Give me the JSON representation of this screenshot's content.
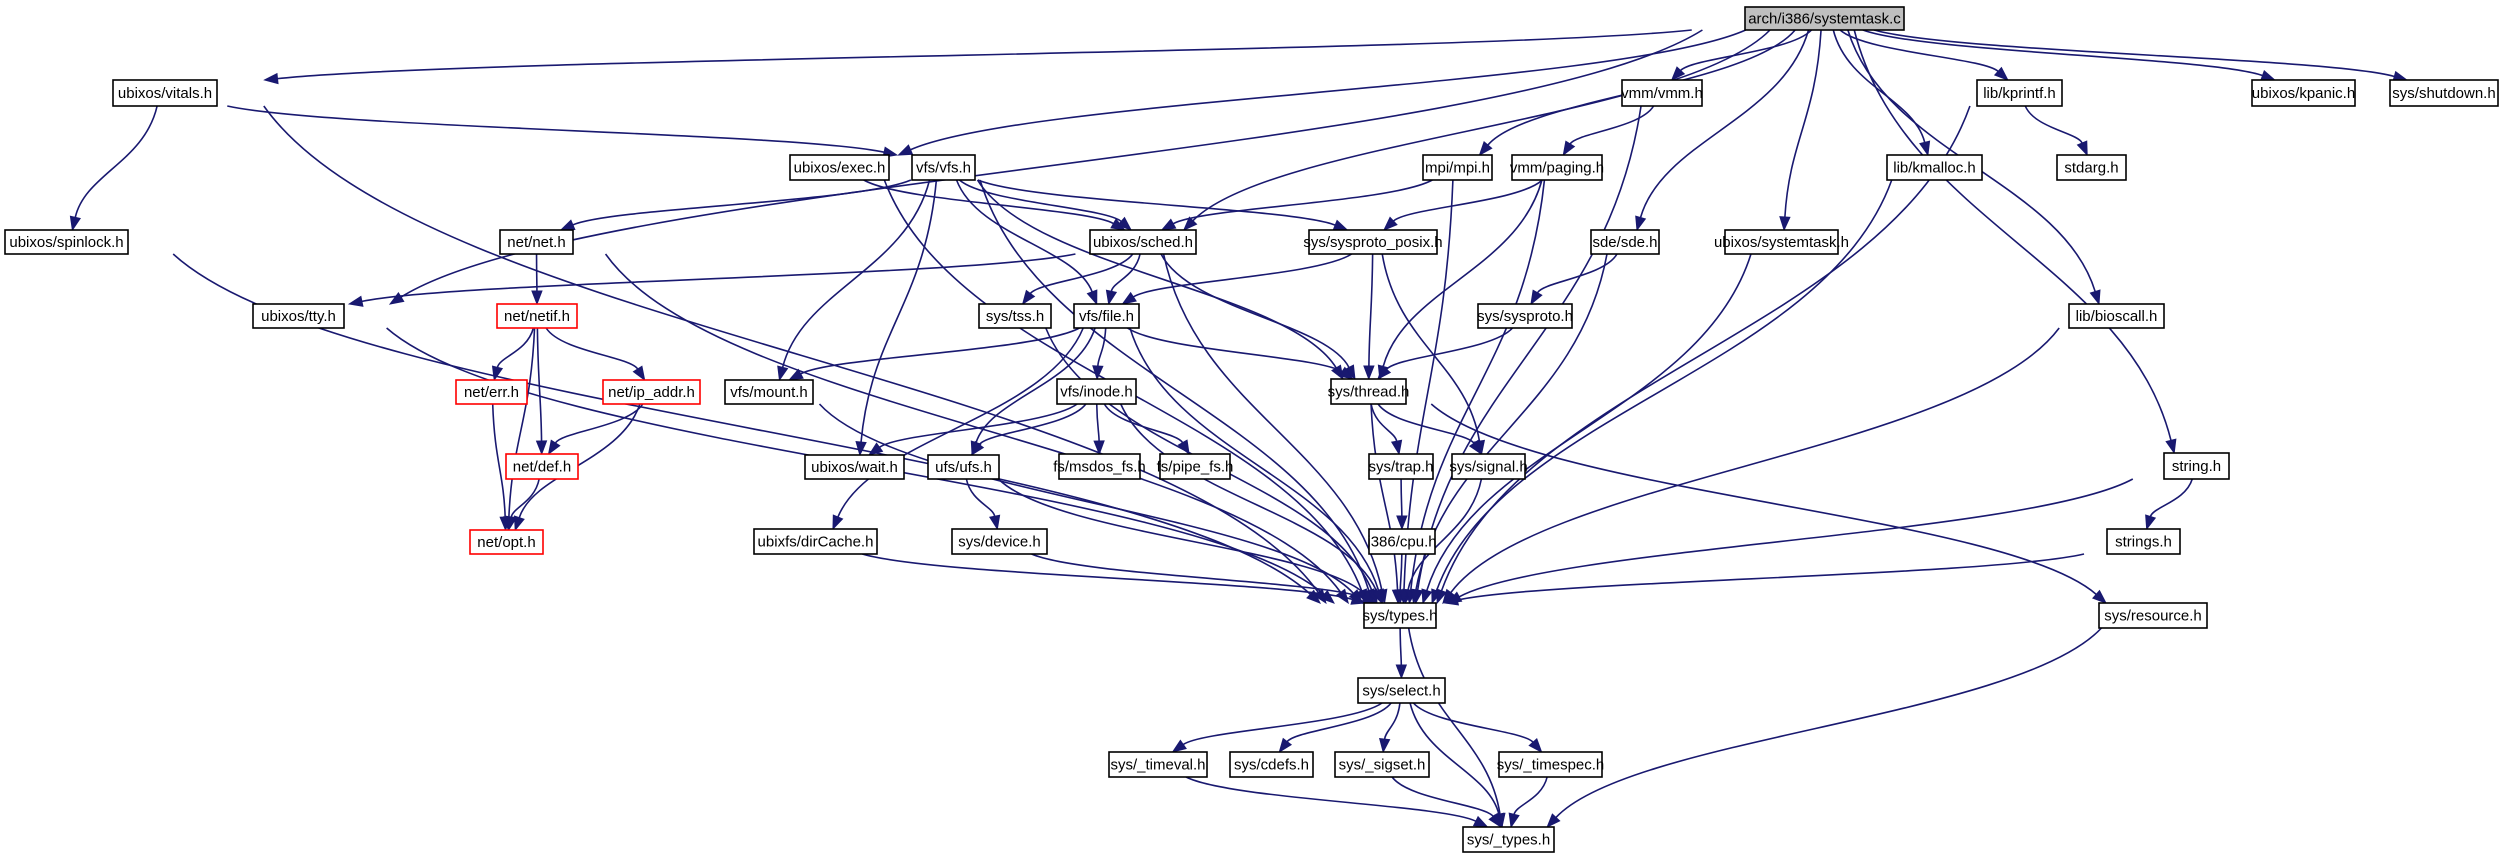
{
  "graph": {
    "title": "arch/i386/systemtask.c",
    "type": "include-dependency-graph",
    "colors": {
      "edge": "#191970",
      "node_border": "#000000",
      "root_fill": "#bfbfbf",
      "missing_border": "#ff0000"
    },
    "nodes": [
      {
        "id": "root",
        "label": "arch/i386/systemtask.c",
        "kind": "root"
      },
      {
        "id": "vitals",
        "label": "ubixos/vitals.h"
      },
      {
        "id": "spinlock",
        "label": "ubixos/spinlock.h"
      },
      {
        "id": "tty",
        "label": "ubixos/tty.h"
      },
      {
        "id": "exec",
        "label": "ubixos/exec.h"
      },
      {
        "id": "vfs",
        "label": "vfs/vfs.h"
      },
      {
        "id": "net",
        "label": "net/net.h"
      },
      {
        "id": "netif",
        "label": "net/netif.h",
        "kind": "missing"
      },
      {
        "id": "err",
        "label": "net/err.h",
        "kind": "missing"
      },
      {
        "id": "ipaddr",
        "label": "net/ip_addr.h",
        "kind": "missing"
      },
      {
        "id": "def",
        "label": "net/def.h",
        "kind": "missing"
      },
      {
        "id": "opt",
        "label": "net/opt.h",
        "kind": "missing"
      },
      {
        "id": "mount",
        "label": "vfs/mount.h"
      },
      {
        "id": "sched",
        "label": "ubixos/sched.h"
      },
      {
        "id": "tss",
        "label": "sys/tss.h"
      },
      {
        "id": "file",
        "label": "vfs/file.h"
      },
      {
        "id": "inode",
        "label": "vfs/inode.h"
      },
      {
        "id": "wait",
        "label": "ubixos/wait.h"
      },
      {
        "id": "ufs",
        "label": "ufs/ufs.h"
      },
      {
        "id": "dircache",
        "label": "ubixfs/dirCache.h"
      },
      {
        "id": "device",
        "label": "sys/device.h"
      },
      {
        "id": "msdos",
        "label": "fs/msdos_fs.h"
      },
      {
        "id": "pipefs",
        "label": "fs/pipe_fs.h"
      },
      {
        "id": "thread",
        "label": "sys/thread.h"
      },
      {
        "id": "trap",
        "label": "sys/trap.h"
      },
      {
        "id": "signal",
        "label": "sys/signal.h"
      },
      {
        "id": "cpu",
        "label": "i386/cpu.h"
      },
      {
        "id": "types",
        "label": "sys/types.h"
      },
      {
        "id": "mpi",
        "label": "mpi/mpi.h"
      },
      {
        "id": "paging",
        "label": "vmm/paging.h"
      },
      {
        "id": "vmm",
        "label": "vmm/vmm.h"
      },
      {
        "id": "sysposix",
        "label": "sys/sysproto_posix.h"
      },
      {
        "id": "sysproto",
        "label": "sys/sysproto.h"
      },
      {
        "id": "sde",
        "label": "sde/sde.h"
      },
      {
        "id": "systemtask",
        "label": "ubixos/systemtask.h"
      },
      {
        "id": "kmalloc",
        "label": "lib/kmalloc.h"
      },
      {
        "id": "kprintf",
        "label": "lib/kprintf.h"
      },
      {
        "id": "stdarg",
        "label": "stdarg.h"
      },
      {
        "id": "bioscall",
        "label": "lib/bioscall.h"
      },
      {
        "id": "kpanic",
        "label": "ubixos/kpanic.h"
      },
      {
        "id": "shutdown",
        "label": "sys/shutdown.h"
      },
      {
        "id": "string",
        "label": "string.h"
      },
      {
        "id": "strings",
        "label": "strings.h"
      },
      {
        "id": "resource",
        "label": "sys/resource.h"
      },
      {
        "id": "select",
        "label": "sys/select.h"
      },
      {
        "id": "timeval",
        "label": "sys/_timeval.h"
      },
      {
        "id": "cdefs",
        "label": "sys/cdefs.h"
      },
      {
        "id": "sigset",
        "label": "sys/_sigset.h"
      },
      {
        "id": "timespec",
        "label": "sys/_timespec.h"
      },
      {
        "id": "_types",
        "label": "sys/_types.h"
      }
    ],
    "edges": [
      [
        "root",
        "vitals"
      ],
      [
        "root",
        "tty"
      ],
      [
        "root",
        "exec"
      ],
      [
        "root",
        "sched"
      ],
      [
        "root",
        "mpi"
      ],
      [
        "root",
        "vmm"
      ],
      [
        "root",
        "sde"
      ],
      [
        "root",
        "systemtask"
      ],
      [
        "root",
        "kmalloc"
      ],
      [
        "root",
        "kprintf"
      ],
      [
        "root",
        "bioscall"
      ],
      [
        "root",
        "string"
      ],
      [
        "root",
        "kpanic"
      ],
      [
        "root",
        "shutdown"
      ],
      [
        "vitals",
        "spinlock"
      ],
      [
        "vitals",
        "vfs"
      ],
      [
        "vitals",
        "types"
      ],
      [
        "spinlock",
        "types"
      ],
      [
        "tty",
        "types"
      ],
      [
        "exec",
        "sched"
      ],
      [
        "exec",
        "types"
      ],
      [
        "vfs",
        "net"
      ],
      [
        "vfs",
        "sched"
      ],
      [
        "vfs",
        "sysposix"
      ],
      [
        "vfs",
        "file"
      ],
      [
        "vfs",
        "mount"
      ],
      [
        "vfs",
        "wait"
      ],
      [
        "vfs",
        "thread"
      ],
      [
        "vfs",
        "types"
      ],
      [
        "net",
        "netif"
      ],
      [
        "net",
        "types"
      ],
      [
        "netif",
        "err"
      ],
      [
        "netif",
        "ipaddr"
      ],
      [
        "netif",
        "def"
      ],
      [
        "netif",
        "opt"
      ],
      [
        "err",
        "opt"
      ],
      [
        "ipaddr",
        "def"
      ],
      [
        "ipaddr",
        "opt"
      ],
      [
        "def",
        "opt"
      ],
      [
        "mount",
        "types"
      ],
      [
        "sched",
        "tty"
      ],
      [
        "sched",
        "tss"
      ],
      [
        "sched",
        "file"
      ],
      [
        "sched",
        "thread"
      ],
      [
        "sched",
        "types"
      ],
      [
        "tss",
        "types"
      ],
      [
        "file",
        "mount"
      ],
      [
        "file",
        "inode"
      ],
      [
        "file",
        "ufs"
      ],
      [
        "file",
        "dircache"
      ],
      [
        "file",
        "thread"
      ],
      [
        "file",
        "types"
      ],
      [
        "inode",
        "wait"
      ],
      [
        "inode",
        "ufs"
      ],
      [
        "inode",
        "msdos"
      ],
      [
        "inode",
        "pipefs"
      ],
      [
        "inode",
        "types"
      ],
      [
        "ufs",
        "device"
      ],
      [
        "ufs",
        "types"
      ],
      [
        "dircache",
        "types"
      ],
      [
        "device",
        "types"
      ],
      [
        "thread",
        "trap"
      ],
      [
        "thread",
        "signal"
      ],
      [
        "thread",
        "types"
      ],
      [
        "thread",
        "resource"
      ],
      [
        "trap",
        "cpu"
      ],
      [
        "cpu",
        "types"
      ],
      [
        "signal",
        "types"
      ],
      [
        "mpi",
        "sched"
      ],
      [
        "mpi",
        "types"
      ],
      [
        "vmm",
        "paging"
      ],
      [
        "vmm",
        "types"
      ],
      [
        "paging",
        "sysposix"
      ],
      [
        "paging",
        "thread"
      ],
      [
        "paging",
        "types"
      ],
      [
        "sysposix",
        "file"
      ],
      [
        "sysposix",
        "thread"
      ],
      [
        "sysposix",
        "signal"
      ],
      [
        "sde",
        "sysproto"
      ],
      [
        "sde",
        "types"
      ],
      [
        "sysproto",
        "thread"
      ],
      [
        "systemtask",
        "types"
      ],
      [
        "kmalloc",
        "types"
      ],
      [
        "kprintf",
        "stdarg"
      ],
      [
        "kprintf",
        "types"
      ],
      [
        "bioscall",
        "types"
      ],
      [
        "string",
        "strings"
      ],
      [
        "string",
        "types"
      ],
      [
        "strings",
        "types"
      ],
      [
        "types",
        "select"
      ],
      [
        "types",
        "_types"
      ],
      [
        "resource",
        "_types"
      ],
      [
        "select",
        "timeval"
      ],
      [
        "select",
        "cdefs"
      ],
      [
        "select",
        "sigset"
      ],
      [
        "select",
        "timespec"
      ],
      [
        "select",
        "_types"
      ],
      [
        "timeval",
        "_types"
      ],
      [
        "sigset",
        "_types"
      ],
      [
        "timespec",
        "_types"
      ]
    ]
  }
}
